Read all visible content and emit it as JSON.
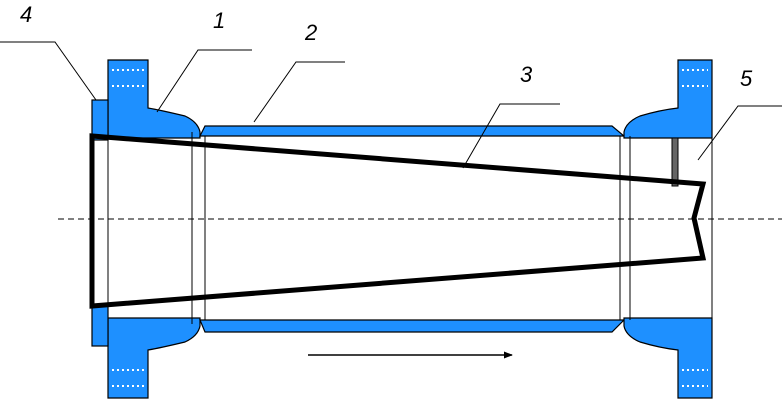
{
  "colors": {
    "part_fill": "#1e90ff",
    "line": "#000000"
  },
  "labels": [
    "4",
    "1",
    "2",
    "3",
    "5"
  ],
  "arrow": {
    "direction": "right"
  }
}
